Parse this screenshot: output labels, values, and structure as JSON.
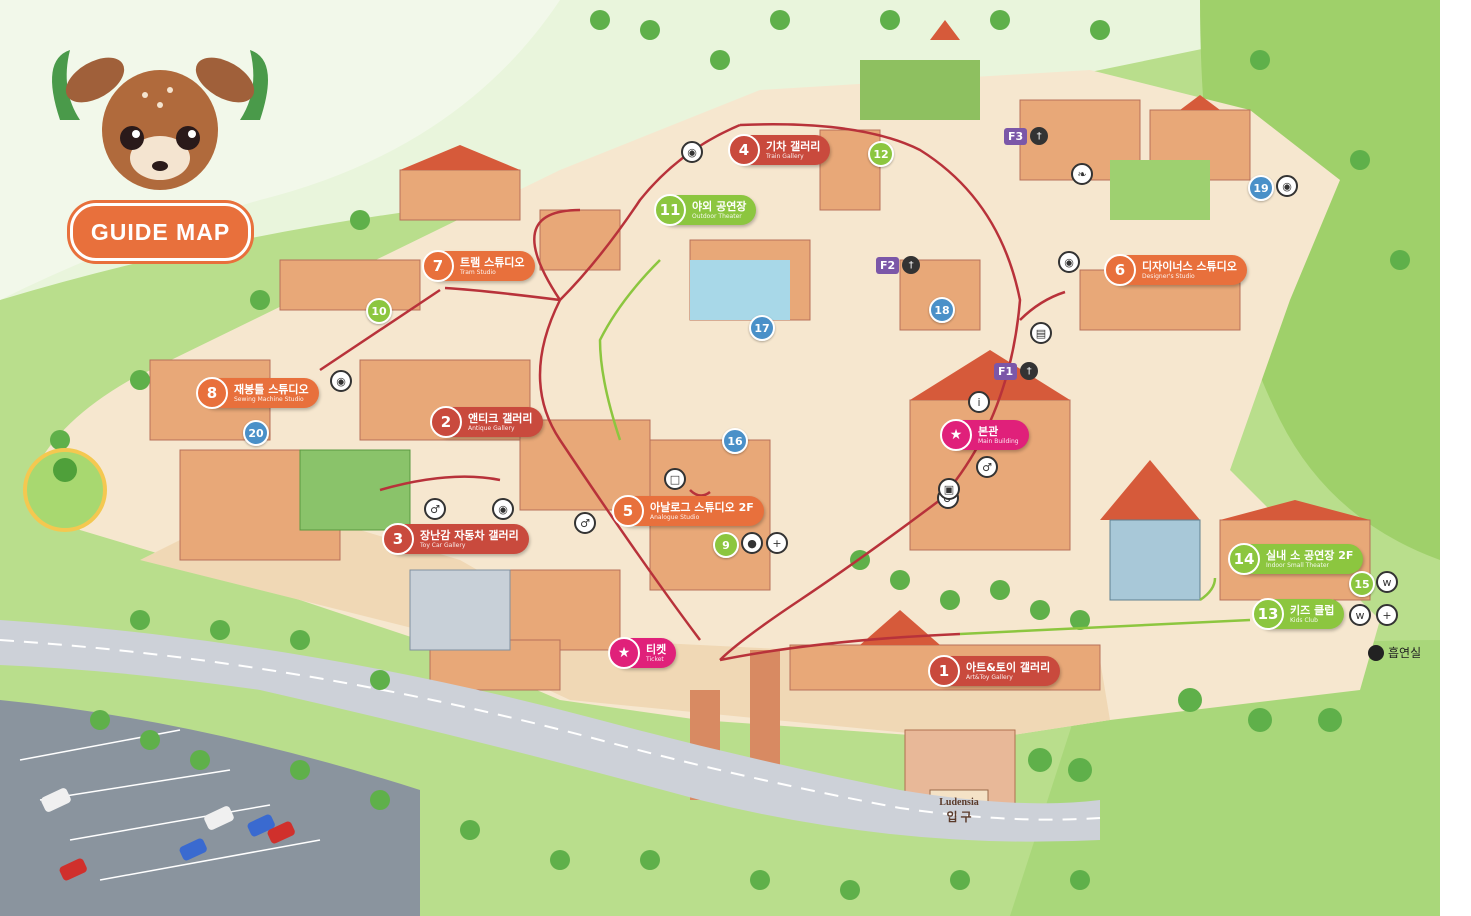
{
  "title": "GUIDE MAP",
  "labels": [
    {
      "num": "1",
      "ko": "아트&토이 갤러리",
      "en": "Art&Toy Gallery"
    },
    {
      "num": "2",
      "ko": "앤티크 갤러리",
      "en": "Antique Gallery"
    },
    {
      "num": "3",
      "ko": "장난감 자동차 갤러리",
      "en": "Toy Car Gallery"
    },
    {
      "num": "4",
      "ko": "기차 갤러리",
      "en": "Train Gallery"
    },
    {
      "num": "5",
      "ko": "아날로그 스튜디오 2F",
      "en": "Analogue Studio"
    },
    {
      "num": "6",
      "ko": "디자이너스 스튜디오",
      "en": "Designer's Studio"
    },
    {
      "num": "7",
      "ko": "트램 스튜디오",
      "en": "Tram Studio"
    },
    {
      "num": "8",
      "ko": "재봉틀 스튜디오",
      "en": "Sewing Machine Studio"
    },
    {
      "num": "11",
      "ko": "야외 공연장",
      "en": "Outdoor Theater"
    },
    {
      "num": "13",
      "ko": "키즈 클럽",
      "en": "Kids Club"
    },
    {
      "num": "14",
      "ko": "실내 소 공연장 2F",
      "en": "Indoor Small Theater"
    },
    {
      "num": "★",
      "ko": "본관",
      "en": "Main Building"
    },
    {
      "num": "★",
      "ko": "티켓",
      "en": "Ticket"
    }
  ],
  "markers": [
    "9",
    "10",
    "12",
    "15",
    "16",
    "17",
    "18",
    "19",
    "20"
  ],
  "floors": [
    "F1",
    "F2",
    "F3"
  ],
  "gate": {
    "name": "Ludensia",
    "label": "입 구"
  },
  "exit_label": "흡연실",
  "colors": {
    "gallery": "#c94a3d",
    "theater": "#8cc63f",
    "main": "#e0207a",
    "title": "#e8703c"
  }
}
